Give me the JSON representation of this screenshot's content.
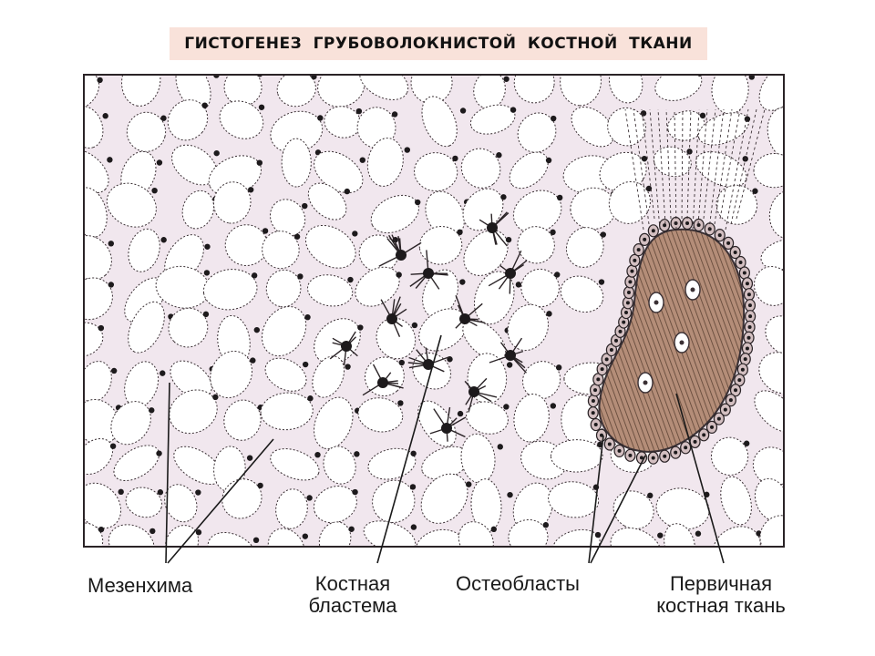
{
  "title": "ГИСТОГЕНЕЗ  ГРУБОВОЛОКНИСТОЙ  КОСТНОЙ  ТКАНИ",
  "labels": {
    "mesenchyme": "Мезенхима",
    "blastema_line1": "Костная",
    "blastema_line2": "бластема",
    "osteoblasts": "Остеобласты",
    "primary_line1": "Первичная",
    "primary_line2": "костная ткань"
  },
  "colors": {
    "banner": "#f9e2da",
    "tissue_background": "#f1e7ee",
    "cell_fill": "#ffffff",
    "outline": "#3a3034",
    "nucleus": "#1d1a1c",
    "bone_matrix": "#b48d78",
    "osteoblast_fill": "#d3bfc1"
  }
}
